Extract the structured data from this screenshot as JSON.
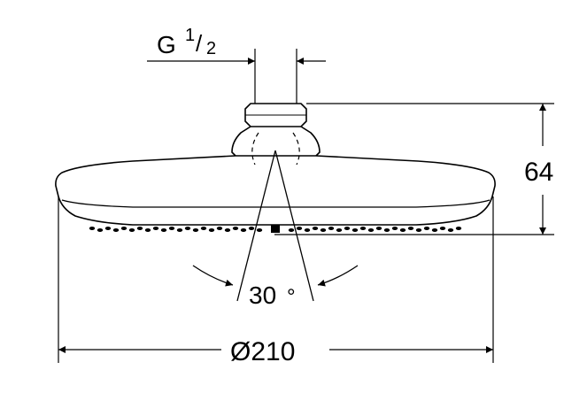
{
  "drawing": {
    "thread": {
      "prefix": "G",
      "numerator": "1",
      "slash": "/",
      "denominator": "2"
    },
    "height": {
      "value": "64"
    },
    "angle": {
      "value": "30",
      "unit": "°"
    },
    "diameter": {
      "symbol": "Ø",
      "value": "210"
    }
  },
  "colors": {
    "line": "#000000",
    "background": "#ffffff"
  }
}
